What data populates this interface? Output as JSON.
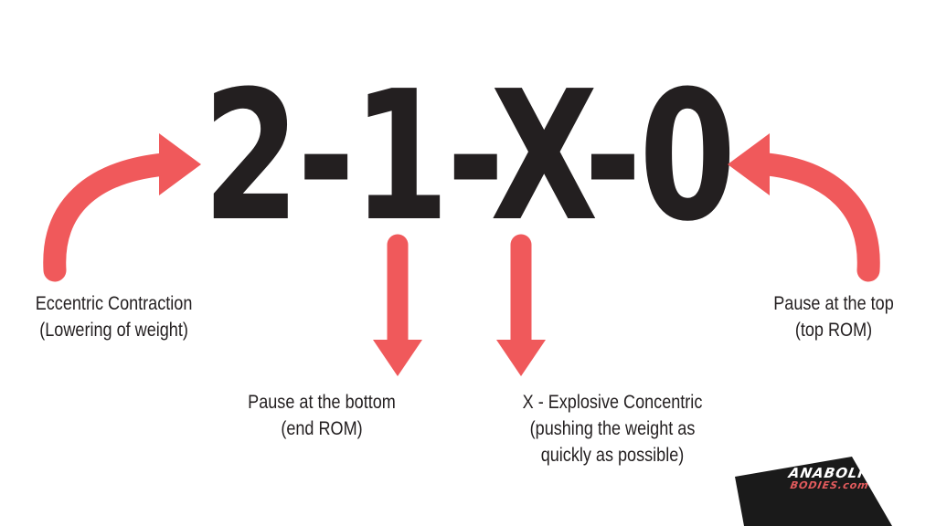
{
  "tempo": {
    "notation": "2-1-X-0"
  },
  "labels": {
    "eccentric": {
      "line1": "Eccentric Contraction",
      "line2": "(Lowering of weight)"
    },
    "pause_top": {
      "line1": "Pause at the top",
      "line2": "(top ROM)"
    },
    "pause_bottom": {
      "line1": "Pause at the bottom",
      "line2": "(end ROM)"
    },
    "explosive": {
      "line1": "X - Explosive Concentric",
      "line2": "(pushing the weight as",
      "line3": "quickly as possible)"
    }
  },
  "brand": {
    "line1": "ANABOLIC",
    "line2": "BODIES.com"
  },
  "colors": {
    "arrow": "#f0595b",
    "text": "#231f20",
    "brand_bg": "#1a1a1a"
  }
}
